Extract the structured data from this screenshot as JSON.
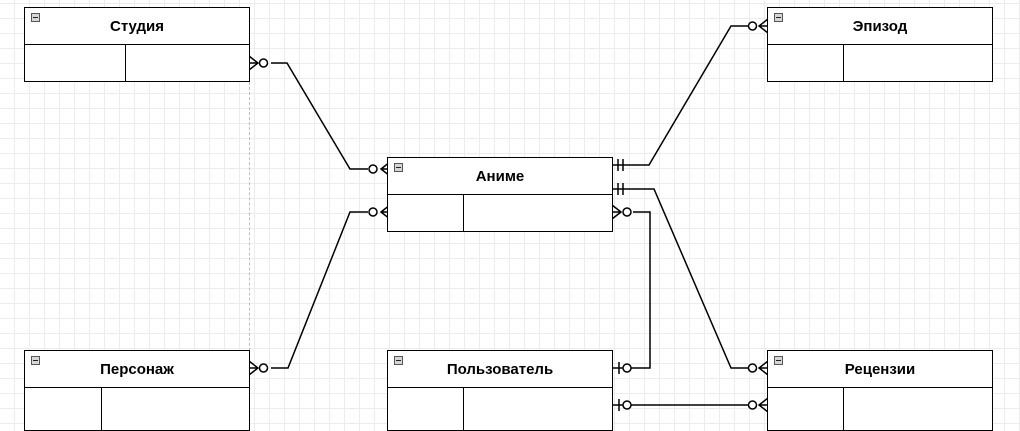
{
  "diagram": {
    "entities": {
      "studio": {
        "title": "Студия"
      },
      "episode": {
        "title": "Эпизод"
      },
      "anime": {
        "title": "Аниме"
      },
      "character": {
        "title": "Персонаж"
      },
      "user": {
        "title": "Пользователь"
      },
      "reviews": {
        "title": "Рецензии"
      }
    },
    "relationships": [
      {
        "from": "studio",
        "to": "anime",
        "from_end": "zero-or-many",
        "to_end": "zero-or-many"
      },
      {
        "from": "episode",
        "to": "anime",
        "from_end": "zero-or-many",
        "to_end": "one-and-only-one"
      },
      {
        "from": "character",
        "to": "anime",
        "from_end": "zero-or-many",
        "to_end": "zero-or-many"
      },
      {
        "from": "reviews",
        "to": "anime",
        "from_end": "zero-or-many",
        "to_end": "one-and-only-one"
      },
      {
        "from": "user",
        "to": "anime",
        "from_end": "zero-or-one",
        "to_end": "zero-or-many"
      },
      {
        "from": "user",
        "to": "reviews",
        "from_end": "one-and-zero",
        "to_end": "zero-or-many"
      }
    ],
    "colors": {
      "line": "#000000",
      "grid": "#ececec",
      "entity_fill": "#ffffff",
      "collapse_icon": "#d6d6d6"
    }
  }
}
